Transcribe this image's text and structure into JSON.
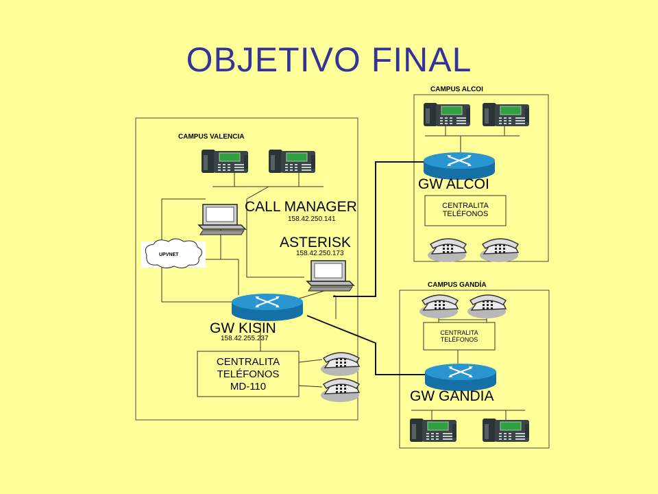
{
  "title": "OBJETIVO FINAL",
  "colors": {
    "background": "#FFFF99",
    "title": "#333399",
    "router": "#1E8BC3",
    "phone_body": "#3A4446",
    "phone_screen": "#2EA040"
  },
  "valencia": {
    "campus_label": "CAMPUS VALENCIA",
    "call_manager": {
      "name": "CALL MANAGER",
      "ip": "158.42.250.141"
    },
    "asterisk": {
      "name": "ASTERISK",
      "ip": "158.42.250.173"
    },
    "upvnet": "UPVNET",
    "gateway": {
      "name": "GW KISIN",
      "ip": "158.42.255.237"
    },
    "pbx": {
      "line1": "CENTRALITA",
      "line2": "TELÉFONOS",
      "line3": "MD-110"
    }
  },
  "alcoi": {
    "campus_label": "CAMPUS ALCOI",
    "gateway": "GW ALCOI",
    "pbx": {
      "line1": "CENTRALITA",
      "line2": "TELÉFONOS"
    }
  },
  "gandia": {
    "campus_label": "CAMPUS GANDÍA",
    "gateway": "GW GANDIA",
    "pbx": {
      "line1": "CENTRALITA",
      "line2": "TELÉFONOS"
    }
  }
}
